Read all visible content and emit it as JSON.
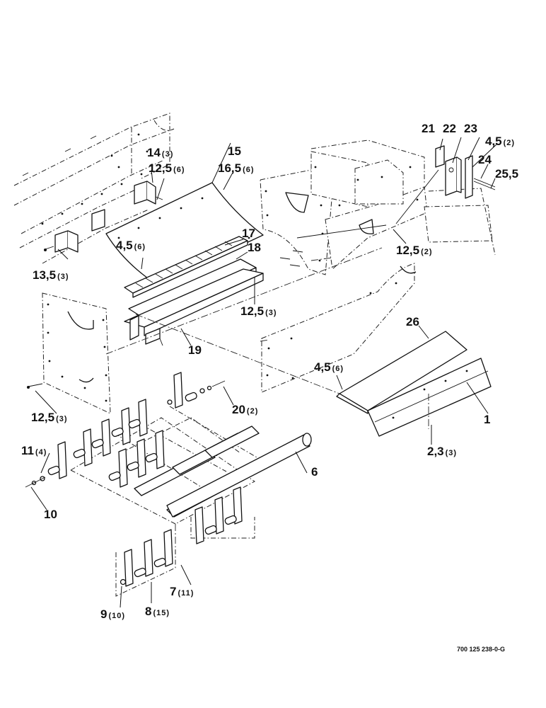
{
  "drawing_number": "700 125 238-0-G",
  "callouts": [
    {
      "id": "c1",
      "num": "1",
      "qty": ""
    },
    {
      "id": "c2",
      "num": "2,3",
      "qty": "(3)"
    },
    {
      "id": "c4a",
      "num": "4,5",
      "qty": "(6)"
    },
    {
      "id": "c4b",
      "num": "4,5",
      "qty": "(6)"
    },
    {
      "id": "c4c",
      "num": "4,5",
      "qty": "(2)"
    },
    {
      "id": "c6",
      "num": "6",
      "qty": ""
    },
    {
      "id": "c7",
      "num": "7",
      "qty": "(11)"
    },
    {
      "id": "c8",
      "num": "8",
      "qty": "(15)"
    },
    {
      "id": "c9",
      "num": "9",
      "qty": "(10)"
    },
    {
      "id": "c10",
      "num": "10",
      "qty": ""
    },
    {
      "id": "c11",
      "num": "11",
      "qty": "(4)"
    },
    {
      "id": "c12a",
      "num": "12,5",
      "qty": "(6)"
    },
    {
      "id": "c12b",
      "num": "12,5",
      "qty": "(3)"
    },
    {
      "id": "c12c",
      "num": "12,5",
      "qty": "(3)"
    },
    {
      "id": "c12d",
      "num": "12,5",
      "qty": "(2)"
    },
    {
      "id": "c13",
      "num": "13,5",
      "qty": "(3)"
    },
    {
      "id": "c14",
      "num": "14",
      "qty": "(3)"
    },
    {
      "id": "c15",
      "num": "15",
      "qty": ""
    },
    {
      "id": "c16",
      "num": "16,5",
      "qty": "(6)"
    },
    {
      "id": "c17",
      "num": "17",
      "qty": ""
    },
    {
      "id": "c18",
      "num": "18",
      "qty": ""
    },
    {
      "id": "c19",
      "num": "19",
      "qty": ""
    },
    {
      "id": "c20",
      "num": "20",
      "qty": "(2)"
    },
    {
      "id": "c21",
      "num": "21",
      "qty": ""
    },
    {
      "id": "c22",
      "num": "22",
      "qty": ""
    },
    {
      "id": "c23",
      "num": "23",
      "qty": ""
    },
    {
      "id": "c24",
      "num": "24",
      "qty": ""
    },
    {
      "id": "c25",
      "num": "25,5",
      "qty": ""
    },
    {
      "id": "c26",
      "num": "26",
      "qty": ""
    }
  ]
}
